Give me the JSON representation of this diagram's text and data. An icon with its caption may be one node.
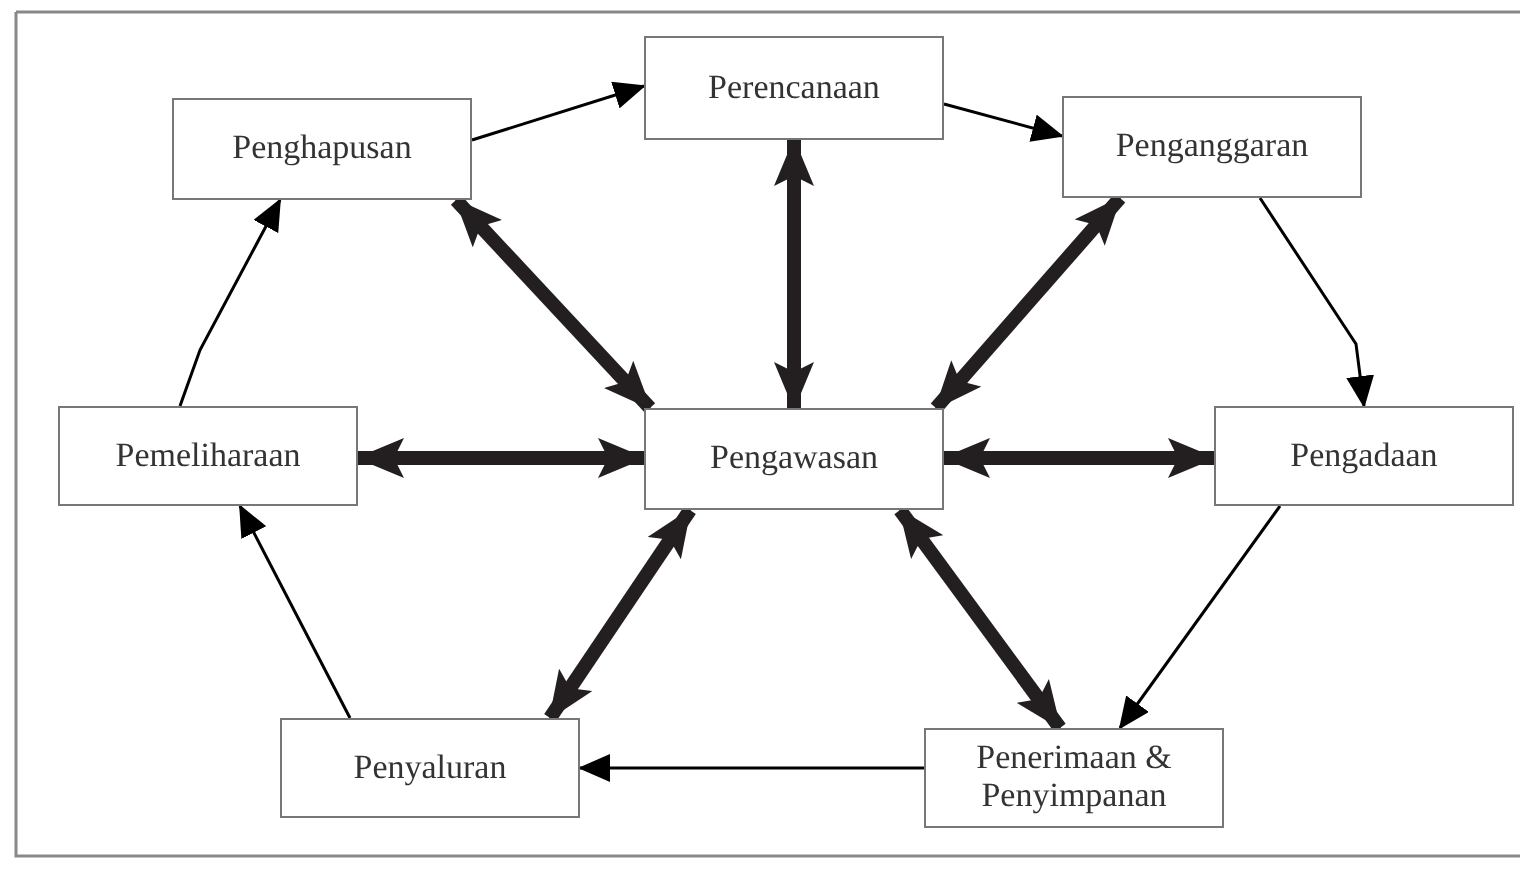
{
  "diagram": {
    "nodes": [
      {
        "text": [
          "Perencanaan"
        ]
      },
      {
        "text": [
          "Penghapusan"
        ]
      },
      {
        "text": [
          "Penganggaran"
        ]
      },
      {
        "text": [
          "Pemeliharaan"
        ]
      },
      {
        "text": [
          "Pengawasan"
        ]
      },
      {
        "text": [
          "Pengadaan"
        ]
      },
      {
        "text": [
          "Penyaluran"
        ]
      },
      {
        "text": [
          "Penerimaan & Penyimpanan"
        ]
      }
    ],
    "edges": [
      {
        "from": 1,
        "to": 0,
        "arrow": "to"
      },
      {
        "from": 0,
        "to": 2,
        "arrow": "to"
      },
      {
        "from": 2,
        "to": 5,
        "arrow": "to"
      },
      {
        "from": 5,
        "to": 7,
        "arrow": "to"
      },
      {
        "from": 7,
        "to": 6,
        "arrow": "to"
      },
      {
        "from": 6,
        "to": 3,
        "arrow": "to"
      },
      {
        "from": 3,
        "to": 1,
        "arrow": "to"
      },
      {
        "from": 4,
        "to": 0,
        "arrow": "both",
        "style": "thick"
      },
      {
        "from": 4,
        "to": 1,
        "arrow": "both",
        "style": "thick"
      },
      {
        "from": 4,
        "to": 2,
        "arrow": "both",
        "style": "thick"
      },
      {
        "from": 4,
        "to": 3,
        "arrow": "both",
        "style": "thick"
      },
      {
        "from": 4,
        "to": 5,
        "arrow": "both",
        "style": "thick"
      },
      {
        "from": 4,
        "to": 6,
        "arrow": "both",
        "style": "thick"
      },
      {
        "from": 4,
        "to": 7,
        "arrow": "both",
        "style": "thick"
      }
    ]
  }
}
